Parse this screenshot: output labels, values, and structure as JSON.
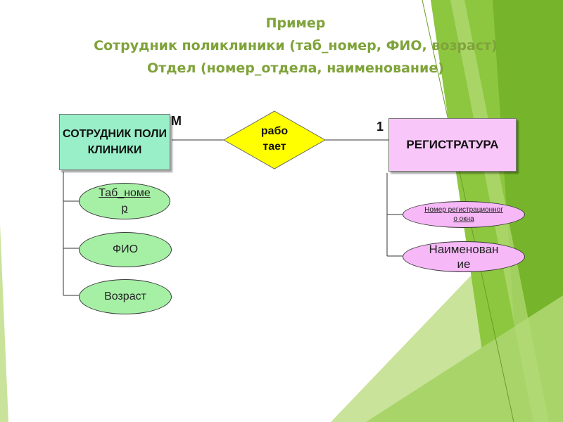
{
  "title": {
    "line1": "Пример",
    "line2": "Сотрудник поликлиники (таб_номер, ФИО, возраст)",
    "line3": "Отдел (номер_отдела, наименование)"
  },
  "diagram": {
    "entity_left": "СОТРУДНИК ПОЛИКЛИНИКИ",
    "entity_right": "РЕГИСТРАТУРА",
    "relationship": {
      "line1": "рабо",
      "line2": "тает"
    },
    "cardinality_left": "М",
    "cardinality_right": "1",
    "attributes_left": [
      "Таб_номер",
      "ФИО",
      "Возраст"
    ],
    "attributes_right": [
      "Номер регистрационного окна",
      "Наименование"
    ]
  },
  "colors": {
    "title": "#7fa33a",
    "entity_left_fill": "#99f0c8",
    "entity_right_fill": "#f8c6f8",
    "relationship_fill": "#ffff00",
    "attr_left_fill": "#a6f0a6",
    "attr_right_fill": "#f6b8f6",
    "accent_green": "#8dc63f"
  }
}
